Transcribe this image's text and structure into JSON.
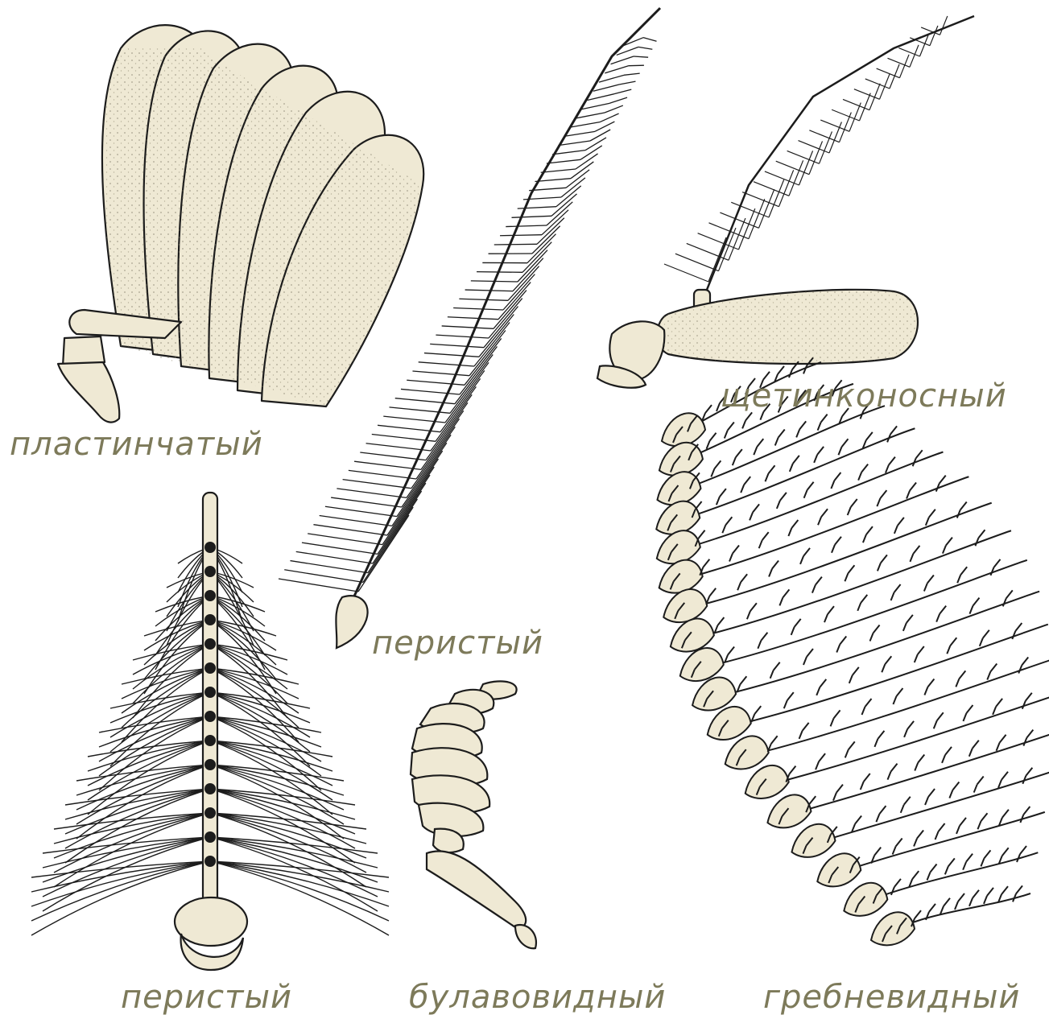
{
  "colors": {
    "fill": "#efe9d4",
    "stroke": "#1c1c1c",
    "label": "#7d7a5a",
    "background": "#ffffff"
  },
  "labels": {
    "lamellate": "пластинчатый",
    "plumose_center": "перистый",
    "aristate": "щетинконосный",
    "plumose_left": "перистый",
    "clavate": "булавовидный",
    "pectinate": "гребневидный"
  }
}
